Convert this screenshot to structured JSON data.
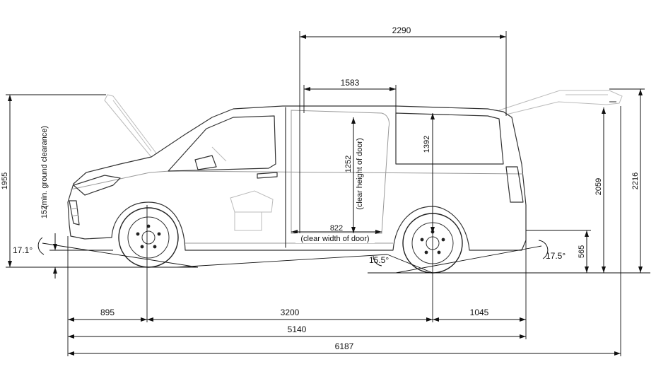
{
  "dimensions": {
    "roof_width": "2290",
    "door_opening_width_top": "1583",
    "clear_door_height": "1252",
    "clear_door_height_note": "(clear height of door)",
    "interior_height": "1392",
    "clear_door_width": "822",
    "clear_door_width_note": "(clear width of door)",
    "height_overall_left": "1955",
    "ground_clearance": "152",
    "ground_clearance_note": "(min. ground clearance)",
    "height_tailgate_open": "2059",
    "height_overall_right": "2216",
    "loading_sill_height": "565",
    "approach_angle": "17.1°",
    "departure_angle": "17.5°",
    "ramp_angle": "15.5°",
    "front_overhang": "895",
    "wheelbase": "3200",
    "rear_overhang": "1045",
    "body_length": "5140",
    "length_tailgate_open": "6187"
  }
}
